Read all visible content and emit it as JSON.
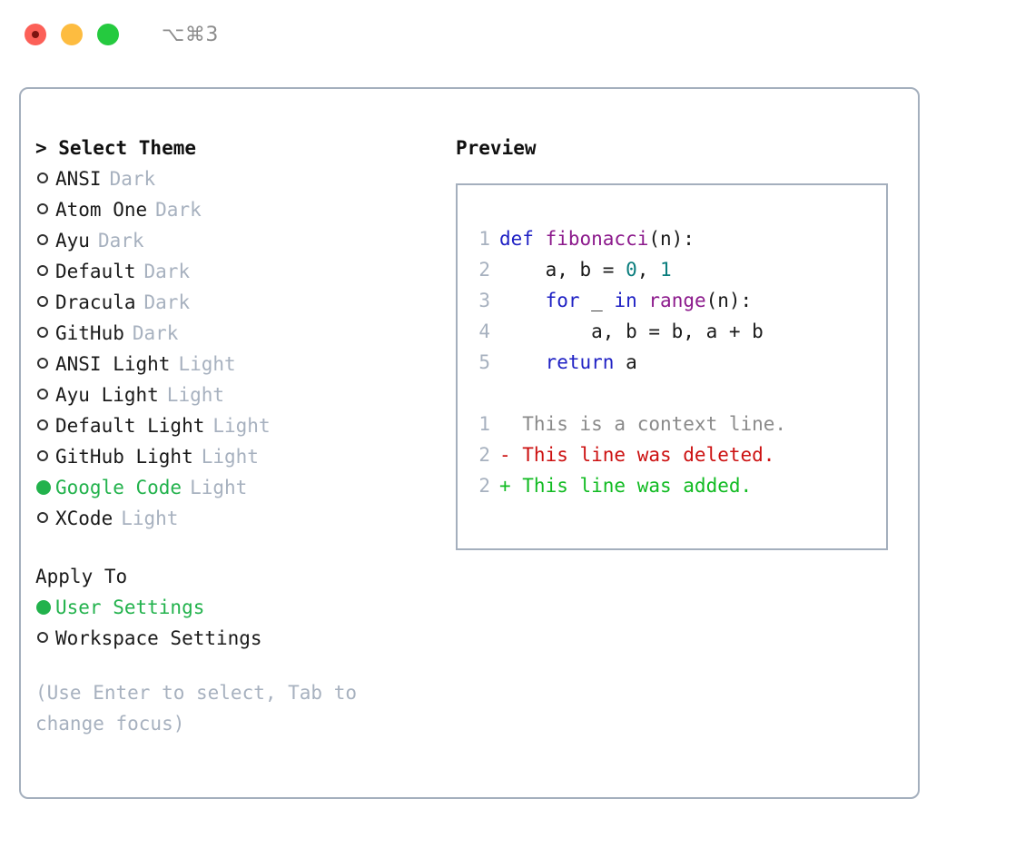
{
  "titlebar": {
    "shortcut": "⌥⌘3",
    "buttons": [
      {
        "name": "close",
        "color": "#fc6058"
      },
      {
        "name": "minimize",
        "color": "#fdbc40"
      },
      {
        "name": "zoom",
        "color": "#25ca3f"
      }
    ]
  },
  "theme_picker": {
    "header": "> Select Theme",
    "items": [
      {
        "label": "ANSI",
        "tag": "Dark",
        "selected": false
      },
      {
        "label": "Atom One",
        "tag": "Dark",
        "selected": false
      },
      {
        "label": "Ayu",
        "tag": "Dark",
        "selected": false
      },
      {
        "label": "Default",
        "tag": "Dark",
        "selected": false
      },
      {
        "label": "Dracula",
        "tag": "Dark",
        "selected": false
      },
      {
        "label": "GitHub",
        "tag": "Dark",
        "selected": false
      },
      {
        "label": "ANSI Light",
        "tag": "Light",
        "selected": false
      },
      {
        "label": "Ayu Light",
        "tag": "Light",
        "selected": false
      },
      {
        "label": "Default Light",
        "tag": "Light",
        "selected": false
      },
      {
        "label": "GitHub Light",
        "tag": "Light",
        "selected": false
      },
      {
        "label": "Google Code",
        "tag": "Light",
        "selected": true
      },
      {
        "label": "XCode",
        "tag": "Light",
        "selected": false
      }
    ]
  },
  "apply_to": {
    "header": "Apply To",
    "items": [
      {
        "label": "User Settings",
        "selected": true
      },
      {
        "label": "Workspace Settings",
        "selected": false
      }
    ]
  },
  "hint": "(Use Enter to select, Tab to change focus)",
  "preview": {
    "title": "Preview",
    "code_lines": [
      {
        "number": "1",
        "tokens": [
          {
            "text": "def ",
            "type": "kw"
          },
          {
            "text": "fibonacci",
            "type": "fn"
          },
          {
            "text": "(n):",
            "type": "plain"
          }
        ]
      },
      {
        "number": "2",
        "tokens": [
          {
            "text": "    a, b = ",
            "type": "plain"
          },
          {
            "text": "0",
            "type": "num"
          },
          {
            "text": ", ",
            "type": "plain"
          },
          {
            "text": "1",
            "type": "num"
          }
        ]
      },
      {
        "number": "3",
        "tokens": [
          {
            "text": "    ",
            "type": "plain"
          },
          {
            "text": "for",
            "type": "kw"
          },
          {
            "text": " _ ",
            "type": "plain"
          },
          {
            "text": "in",
            "type": "kw"
          },
          {
            "text": " ",
            "type": "plain"
          },
          {
            "text": "range",
            "type": "fn"
          },
          {
            "text": "(n):",
            "type": "plain"
          }
        ]
      },
      {
        "number": "4",
        "tokens": [
          {
            "text": "        a, b = b, a + b",
            "type": "plain"
          }
        ]
      },
      {
        "number": "5",
        "tokens": [
          {
            "text": "    ",
            "type": "plain"
          },
          {
            "text": "return",
            "type": "kw"
          },
          {
            "text": " a",
            "type": "plain"
          }
        ]
      }
    ],
    "diff_lines": [
      {
        "number": "1",
        "marker": " ",
        "text": "  This is a context line.",
        "type": "ctx"
      },
      {
        "number": "2",
        "marker": "-",
        "text": "- This line was deleted.",
        "type": "del"
      },
      {
        "number": "2",
        "marker": "+",
        "text": "+ This line was added.",
        "type": "add"
      }
    ]
  },
  "colors": {
    "accent_green": "#22b24c",
    "muted": "#a7b1bf",
    "border": "#a4afbd",
    "keyword": "#1f21c4",
    "function": "#8c1a8c",
    "number": "#0a7d7d",
    "diff_delete": "#cc1111",
    "diff_add": "#11bb22"
  }
}
